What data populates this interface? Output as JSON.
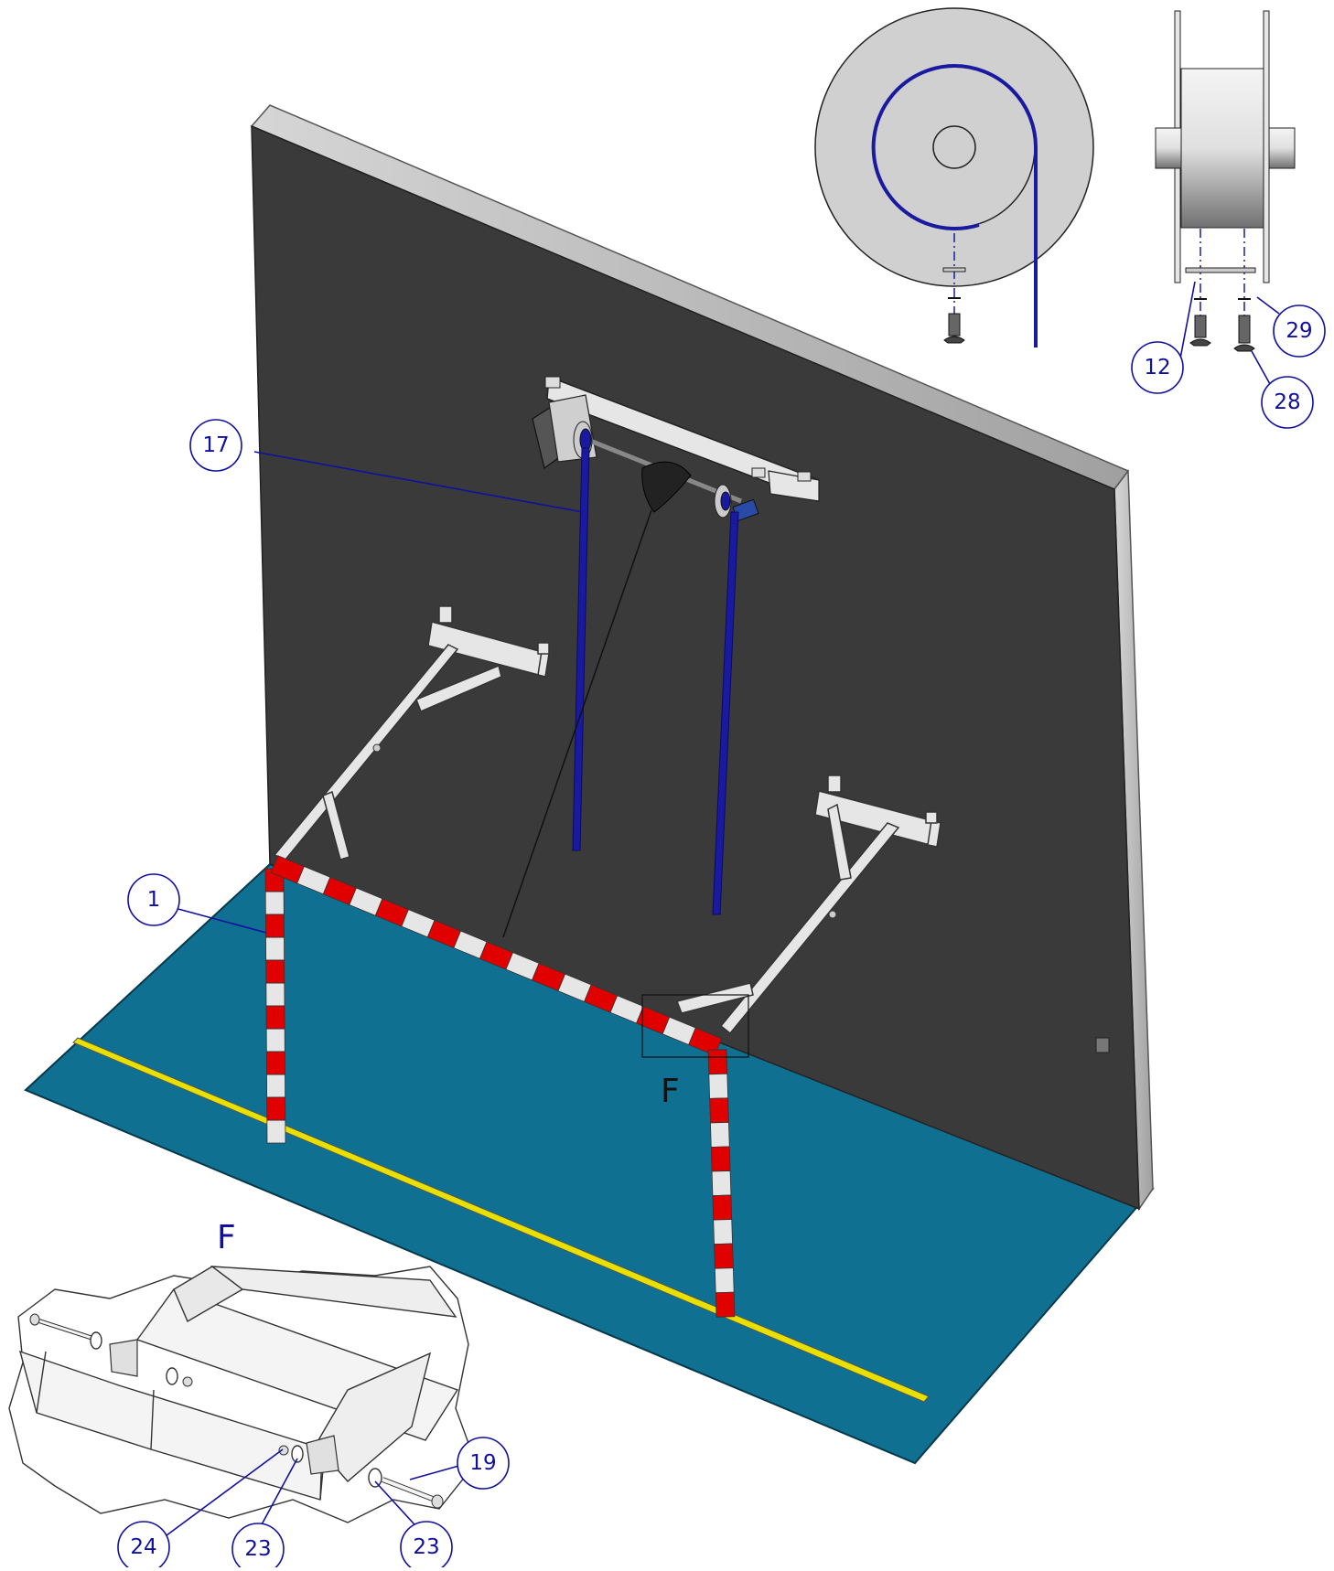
{
  "view_label_main": "F",
  "view_label_detail": "F",
  "balloons": {
    "b17": "17",
    "b1": "1",
    "b12": "12",
    "b29": "29",
    "b28": "28",
    "b19": "19",
    "b24": "24",
    "b23a": "23",
    "b23b": "23"
  },
  "colors": {
    "balloon": "#1010a0",
    "wall": "#3a3a3a",
    "floor": "#0f7092",
    "floor_line": "#e8e000",
    "post_red": "#e00000",
    "post_white": "#e6e6e6",
    "strap_blue": "#1a1aa0",
    "drum_grey": "#d0d0d0"
  }
}
